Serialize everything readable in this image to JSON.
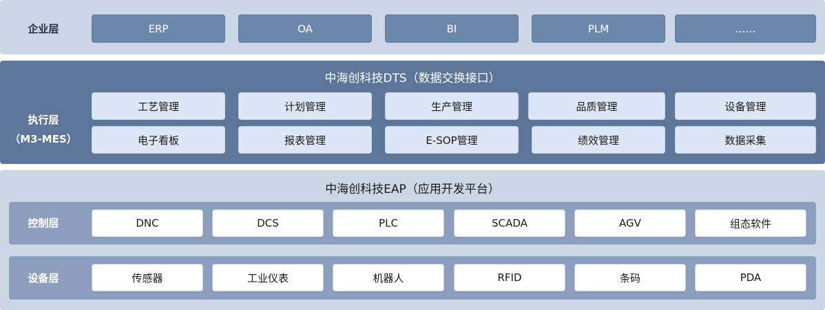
{
  "enterprise": {
    "label": "企业层",
    "items": [
      "ERP",
      "OA",
      "BI",
      "PLM",
      "……"
    ]
  },
  "execution": {
    "title": "中海创科技DTS（数据交换接口）",
    "label_line1": "执行层",
    "label_line2": "（M3-MES）",
    "row1": [
      "工艺管理",
      "计划管理",
      "生产管理",
      "品质管理",
      "设备管理"
    ],
    "row2": [
      "电子看板",
      "报表管理",
      "E-SOP管理",
      "绩效管理",
      "数据采集"
    ]
  },
  "platform": {
    "title": "中海创科技EAP（应用开发平台）",
    "control": {
      "label": "控制层",
      "items": [
        "DNC",
        "DCS",
        "PLC",
        "SCADA",
        "AGV",
        "组态软件"
      ]
    },
    "device": {
      "label": "设备层",
      "items": [
        "传感器",
        "工业仪表",
        "机器人",
        "RFID",
        "条码",
        "PDA"
      ]
    }
  },
  "colors": {
    "enterprise_band": "#ccd7e6",
    "enterprise_box": "#6b87ac",
    "execution_band": "#5c7699",
    "execution_box": "#dce6f4",
    "platform_band": "#ccd7e6",
    "platform_sub_band": "#8c9fbe",
    "platform_box": "#ffffff"
  }
}
